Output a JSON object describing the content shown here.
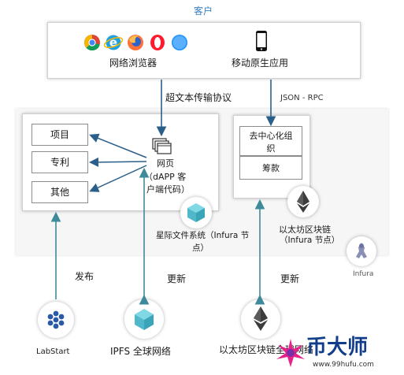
{
  "client": {
    "title": "客户",
    "browser_label": "网络浏览器",
    "mobile_label": "移动原生应用",
    "browser_icons": [
      "chrome-icon",
      "ie-icon",
      "firefox-icon",
      "opera-icon",
      "safari-icon"
    ]
  },
  "protocols": {
    "http_label": "超文本传输协议",
    "jsonrpc_label": "JSON - RPC"
  },
  "app_box": {
    "items": [
      "项目",
      "专利",
      "其他"
    ],
    "webpage_label_line1": "网页",
    "webpage_label_line2": "（dAPP 客",
    "webpage_label_line3": "户端代码）",
    "ipfs_label_line1": "星际文件系统（Infura 节",
    "ipfs_label_line2": "点）"
  },
  "chain_box": {
    "dao_label_line1": "去中心化组",
    "dao_label_line2": "织",
    "fundraise_label": "筹款",
    "eth_label_line1": "以太坊区块链",
    "eth_label_line2": "（Infura 节点）",
    "infura_label": "Infura"
  },
  "bottom": {
    "publish_label": "发布",
    "update_label_1": "更新",
    "update_label_2": "更新",
    "labstart_label": "LabStart",
    "ipfs_network_label": "IPFS 全球网络",
    "eth_network_label": "以太坊区块链全球网络"
  },
  "watermark": {
    "title": "币大师",
    "url": "www.99hufu.com"
  },
  "colors": {
    "title_blue": "#3a7fc1",
    "arrow_blue": "#2b5f8a",
    "arrow_teal": "#3e8a9a",
    "ipfs_cyan": "#55c6d6",
    "eth_dark": "#3c3c3d",
    "labstart_blue": "#2a5aa6"
  }
}
